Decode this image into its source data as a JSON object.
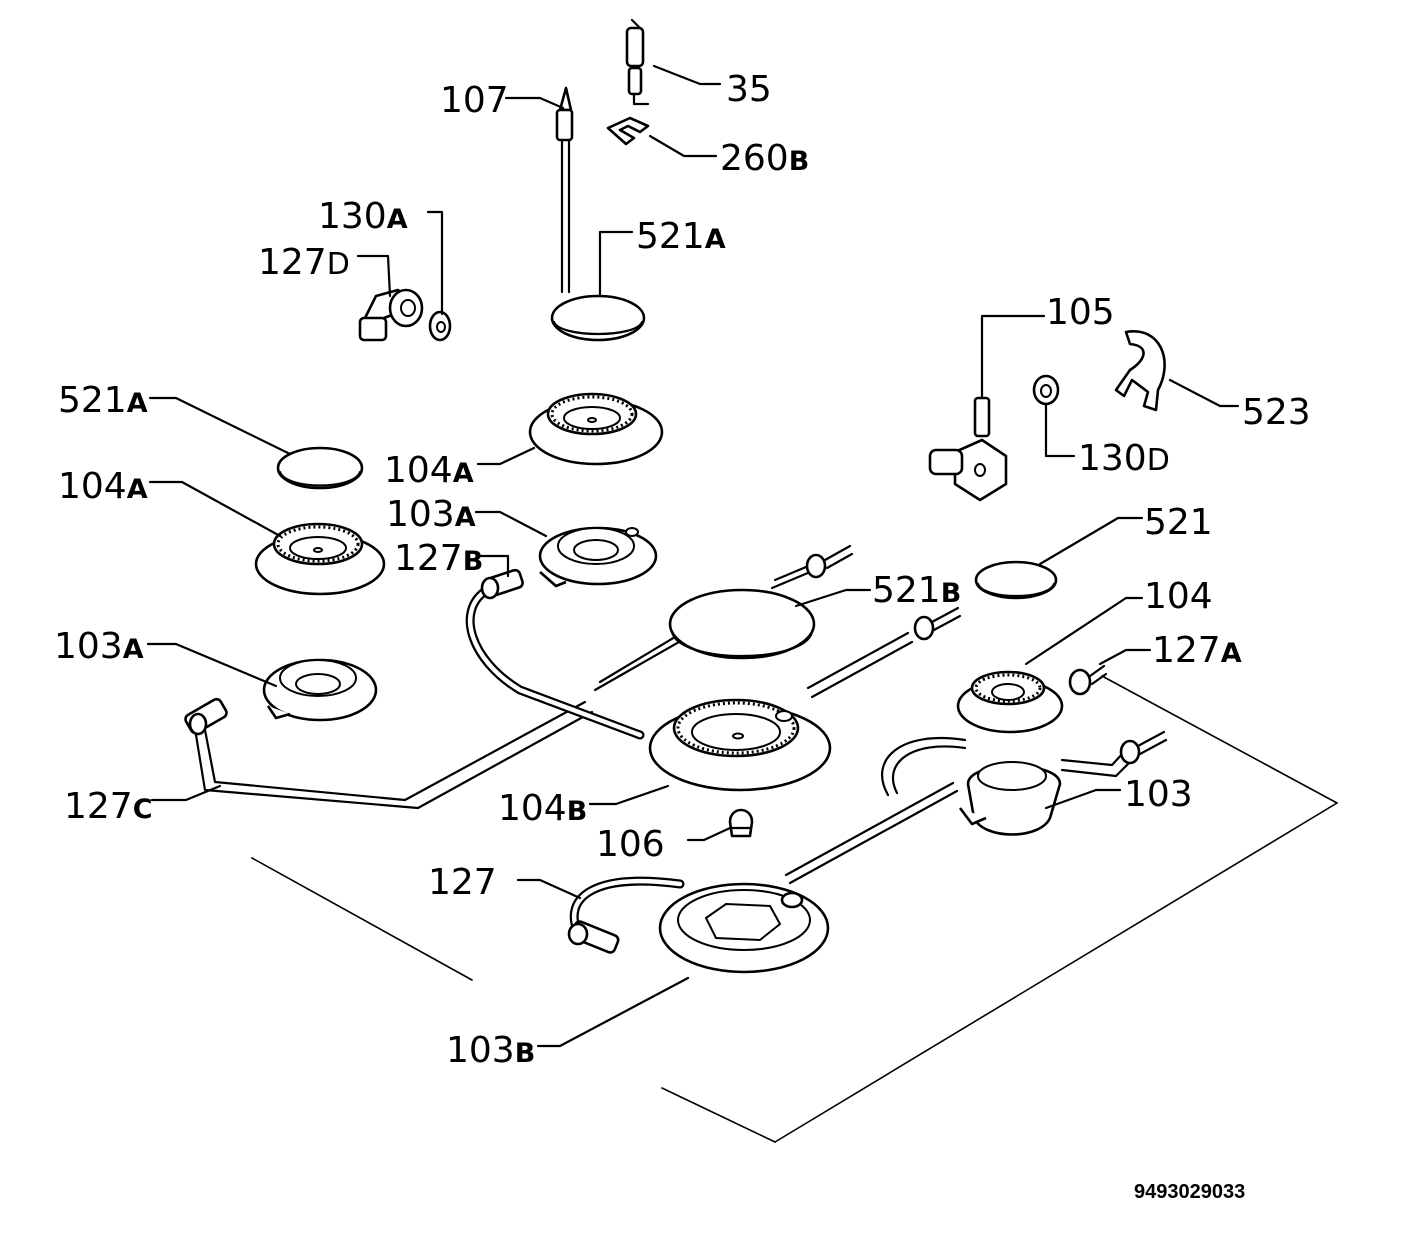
{
  "diagram": {
    "document_code": "9493029033",
    "parts": [
      {
        "id": "p35",
        "number": "35",
        "suffix": ""
      },
      {
        "id": "p260b",
        "number": "260",
        "suffix": "B"
      },
      {
        "id": "p107",
        "number": "107",
        "suffix": ""
      },
      {
        "id": "p130a",
        "number": "130",
        "suffix": "A"
      },
      {
        "id": "p127d",
        "number": "127",
        "suffix": "D"
      },
      {
        "id": "p521a_top",
        "number": "521",
        "suffix": "A"
      },
      {
        "id": "p105",
        "number": "105",
        "suffix": ""
      },
      {
        "id": "p523",
        "number": "523",
        "suffix": ""
      },
      {
        "id": "p130d",
        "number": "130",
        "suffix": "D"
      },
      {
        "id": "p521a_left",
        "number": "521",
        "suffix": "A"
      },
      {
        "id": "p104a_mid",
        "number": "104",
        "suffix": "A"
      },
      {
        "id": "p104a_left",
        "number": "104",
        "suffix": "A"
      },
      {
        "id": "p103a_mid",
        "number": "103",
        "suffix": "A"
      },
      {
        "id": "p127b",
        "number": "127",
        "suffix": "B"
      },
      {
        "id": "p521",
        "number": "521",
        "suffix": ""
      },
      {
        "id": "p521b",
        "number": "521",
        "suffix": "B"
      },
      {
        "id": "p104",
        "number": "104",
        "suffix": ""
      },
      {
        "id": "p127a",
        "number": "127",
        "suffix": "A"
      },
      {
        "id": "p103a_left",
        "number": "103",
        "suffix": "A"
      },
      {
        "id": "p127c",
        "number": "127",
        "suffix": "C"
      },
      {
        "id": "p104b",
        "number": "104",
        "suffix": "B"
      },
      {
        "id": "p106",
        "number": "106",
        "suffix": ""
      },
      {
        "id": "p103",
        "number": "103",
        "suffix": ""
      },
      {
        "id": "p127",
        "number": "127",
        "suffix": ""
      },
      {
        "id": "p103b",
        "number": "103",
        "suffix": "B"
      }
    ]
  }
}
